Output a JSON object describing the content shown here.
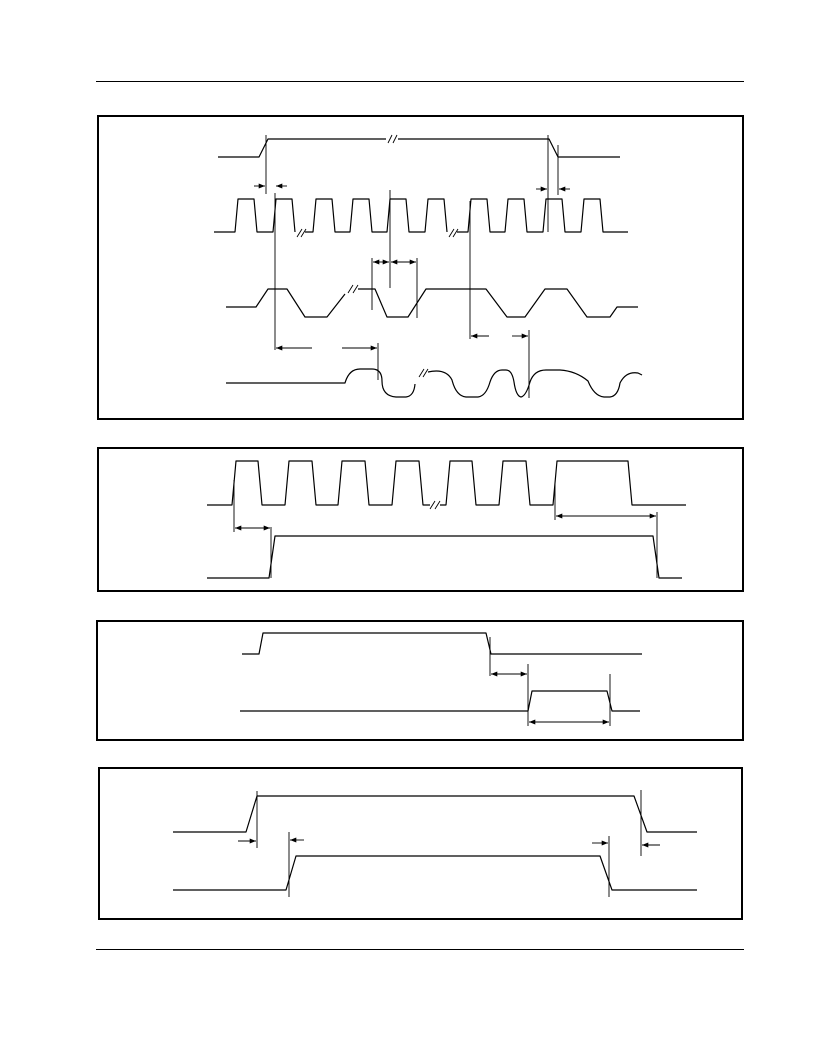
{
  "document": {
    "figures": [
      {
        "id": "figure-1",
        "description_visible": false
      },
      {
        "id": "figure-2",
        "description_visible": false
      },
      {
        "id": "figure-3",
        "description_visible": false
      },
      {
        "id": "figure-4",
        "description_visible": false
      }
    ],
    "colors": {
      "line": "#000000",
      "background": "#ffffff"
    }
  }
}
